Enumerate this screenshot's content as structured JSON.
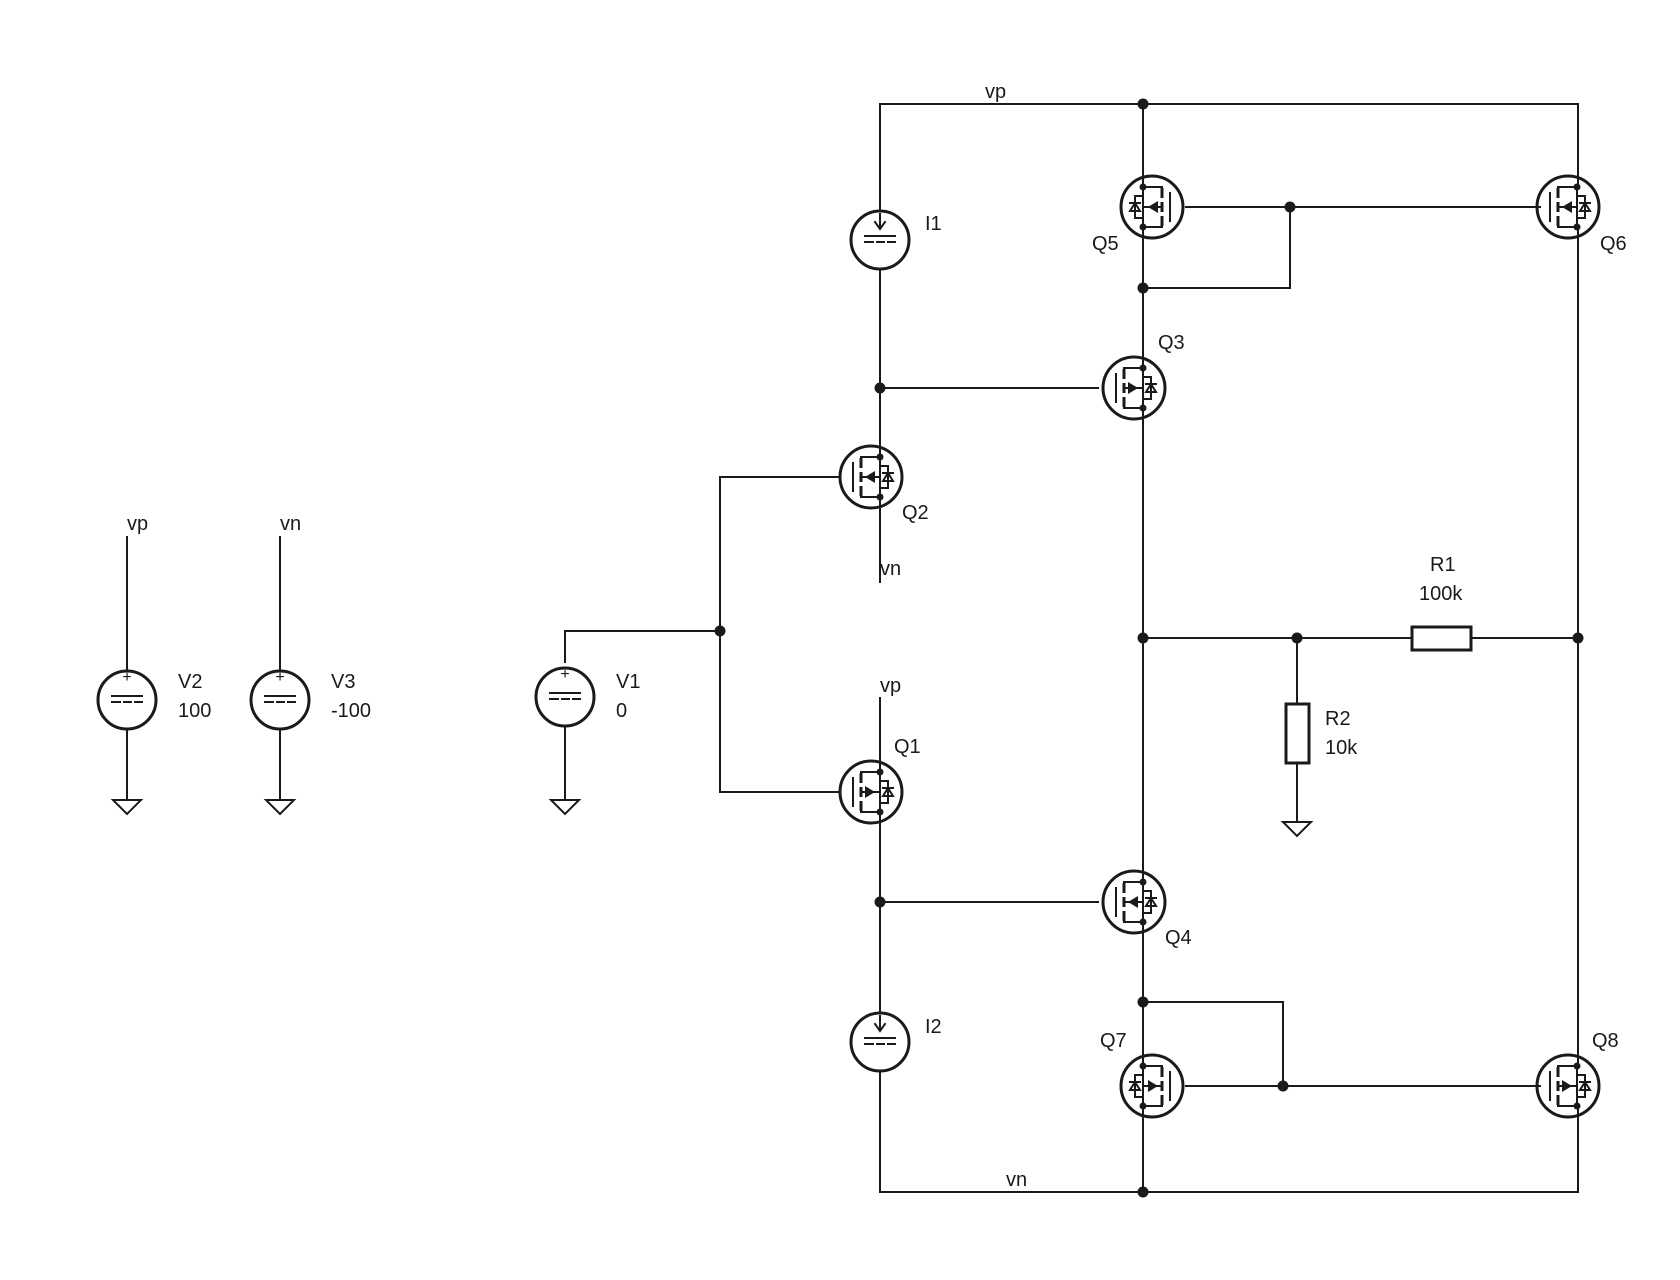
{
  "nets": {
    "vp_top": "vp",
    "vn_bottom": "vn",
    "vn_q2": "vn",
    "vp_q1": "vp",
    "vp_v2": "vp",
    "vn_v3": "vn"
  },
  "components": {
    "V1": {
      "name": "V1",
      "value": "0"
    },
    "V2": {
      "name": "V2",
      "value": "100"
    },
    "V3": {
      "name": "V3",
      "value": "-100"
    },
    "I1": {
      "name": "I1"
    },
    "I2": {
      "name": "I2"
    },
    "R1": {
      "name": "R1",
      "value": "100k"
    },
    "R2": {
      "name": "R2",
      "value": "10k"
    },
    "Q1": {
      "name": "Q1"
    },
    "Q2": {
      "name": "Q2"
    },
    "Q3": {
      "name": "Q3"
    },
    "Q4": {
      "name": "Q4"
    },
    "Q5": {
      "name": "Q5"
    },
    "Q6": {
      "name": "Q6"
    },
    "Q7": {
      "name": "Q7"
    },
    "Q8": {
      "name": "Q8"
    }
  },
  "symbols": {
    "plus": "+",
    "dc": "═══",
    "dash": "- - -"
  }
}
